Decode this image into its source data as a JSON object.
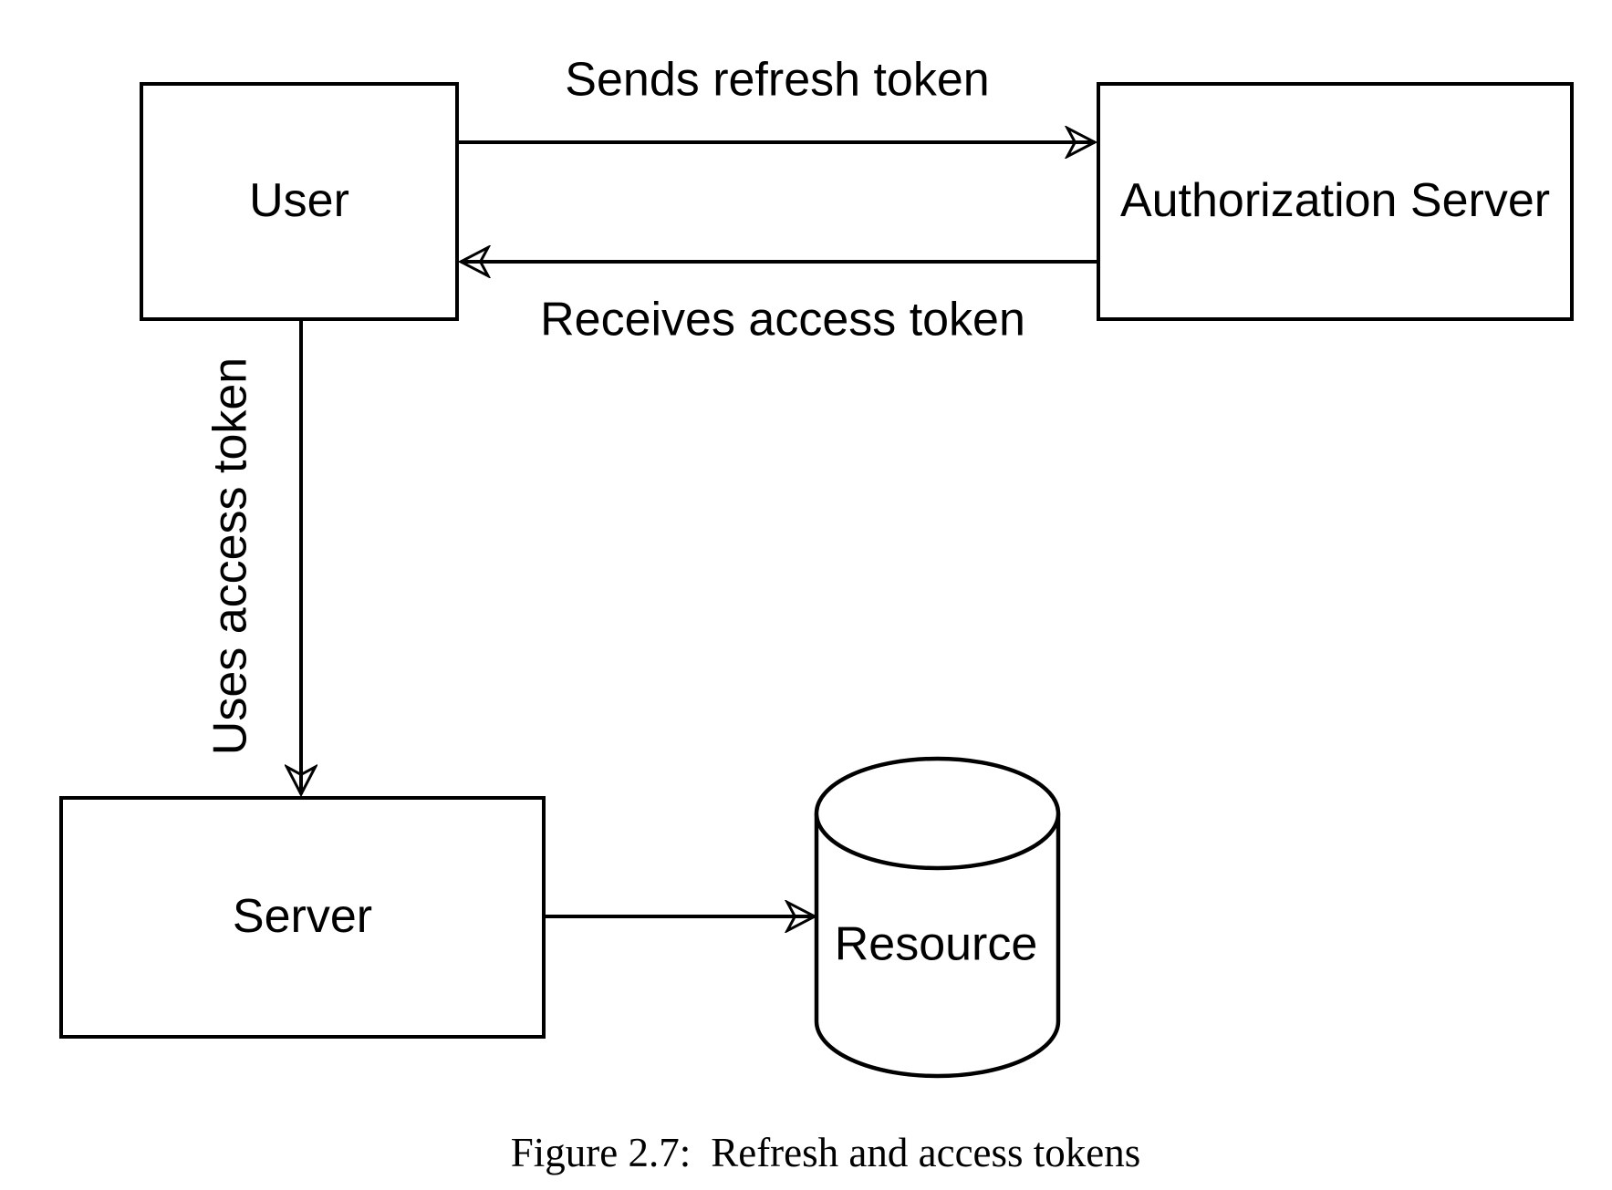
{
  "figure": {
    "caption_prefix": "Figure 2.7:",
    "caption_text": "Refresh and access tokens"
  },
  "nodes": {
    "user": {
      "label": "User",
      "shape": "rectangle"
    },
    "authorization_server": {
      "label": "Authorization Server",
      "shape": "rectangle"
    },
    "server": {
      "label": "Server",
      "shape": "rectangle"
    },
    "resource": {
      "label": "Resource",
      "shape": "cylinder"
    }
  },
  "edges": {
    "sends_refresh_token": {
      "label": "Sends refresh token",
      "from": "User",
      "to": "Authorization Server",
      "direction": "right"
    },
    "receives_access_token": {
      "label": "Receives access token",
      "from": "Authorization Server",
      "to": "User",
      "direction": "left"
    },
    "uses_access_token": {
      "label": "Uses access token",
      "from": "User",
      "to": "Server",
      "direction": "down"
    },
    "server_to_resource": {
      "label": "",
      "from": "Server",
      "to": "Resource",
      "direction": "right"
    }
  },
  "colors": {
    "stroke": "#000000",
    "background": "#ffffff"
  }
}
